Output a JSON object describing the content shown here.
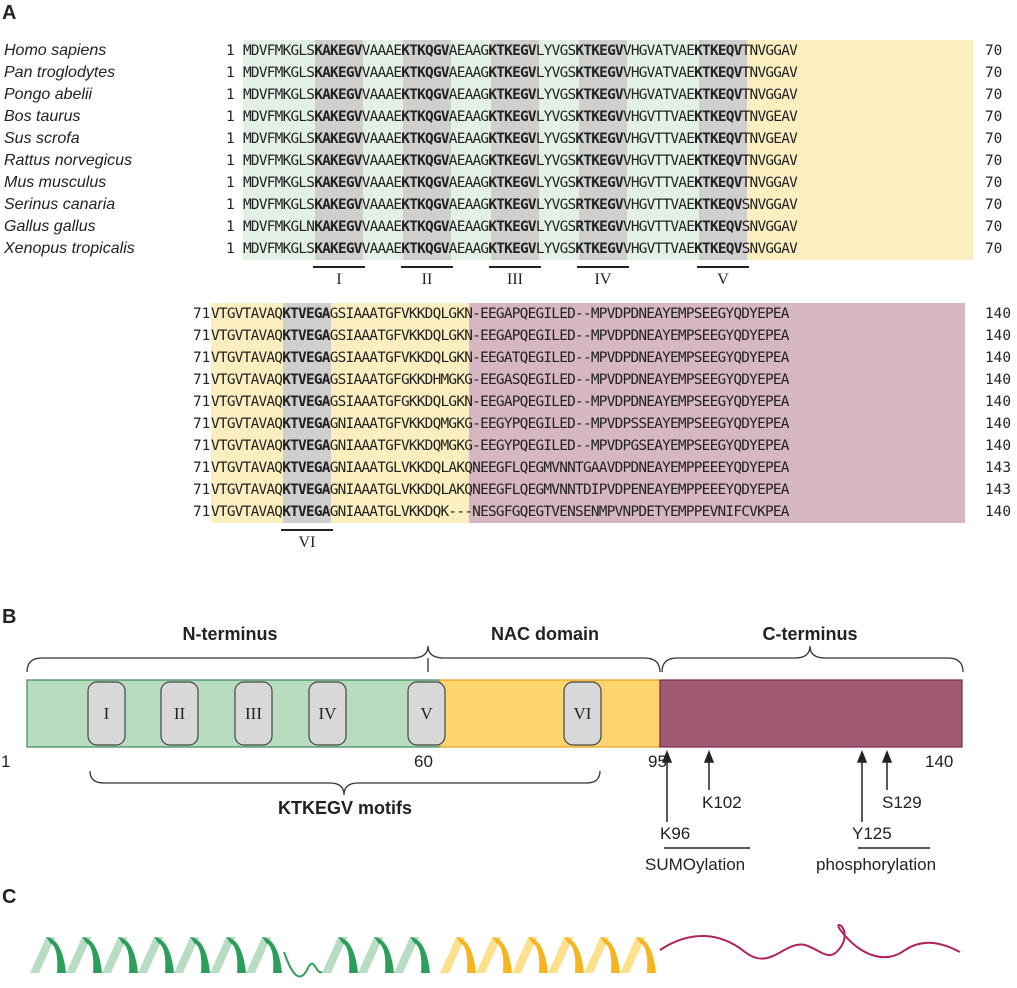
{
  "panel_a": {
    "label": "A",
    "species": [
      "Homo sapiens",
      "Pan troglodytes",
      "Pongo abelii",
      "Bos taurus",
      "Sus scrofa",
      "Rattus norvegicus",
      "Mus musculus",
      "Serinus canaria",
      "Gallus gallus",
      "Xenopus tropicalis"
    ],
    "block1": {
      "start": [
        "1",
        "1",
        "1",
        "1",
        "1",
        "1",
        "1",
        "1",
        "1",
        "1"
      ],
      "end": [
        "70",
        "70",
        "70",
        "70",
        "70",
        "70",
        "70",
        "70",
        "70",
        "70"
      ],
      "seqs": [
        "MDVFMKGLSKAKEGVVAAAEKTKQGVAEAAGKTKEGVLYVGSKTKEGVVHGVATVAEKTKEQVTNVGGAV",
        "MDVFMKGLSKAKEGVVAAAEKTKQGVAEAAGKTKEGVLYVGSKTKEGVVHGVATVAEKTKEQVTNVGGAV",
        "MDVFMKGLSKAKEGVVAAAEKTKQGVAEAAGKTKEGVLYVGSKTKEGVVHGVATVAEKTKEQVTNVGGAV",
        "MDVFMKGLSKAKEGVVAAAEKTKQGVAEAAGKTKEGVLYVGSKTKEGVVHGVTTVAEKTKEQVTNVGEAV",
        "MDVFMKGLSKAKEGVVAAAEKTKQGVAEAAGKTKEGVLYVGSKTKEGVVHGVTTVAEKTKEQVTNVGEAV",
        "MDVFMKGLSKAKEGVVAAAEKTKQGVAEAAGKTKEGVLYVGSKTKEGVVHGVTTVAEKTKEQVTNVGGAV",
        "MDVFMKGLSKAKEGVVAAAEKTKQGVAEAAGKTKEGVLYVGSKTKEGVVHGVTTVAEKTKEQVTNVGGAV",
        "MDVFMKGLSKAKEGVVAAAEKTKQGVAEAAGKTKEGVLYVGSRTKEGVVHGVTTVAEKTKEQVSNVGGAV",
        "MDVFMKGLNKAKEGVVAAAEKTKQGVAEAAGKTKEGVLYVGSRTKEGVVHGVTTVAEKTKEQVSNVGGAV",
        "MDVFMKGLSKAKEGVVAAAEKTKQGVAEAAGKTKEGVLYVGSKTKEGVVHGVTTVAEKTKEQVSNVGGAV"
      ],
      "motifs": [
        "I",
        "II",
        "III",
        "IV",
        "V"
      ]
    },
    "block2": {
      "start": [
        "71",
        "71",
        "71",
        "71",
        "71",
        "71",
        "71",
        "71",
        "71",
        "71"
      ],
      "end": [
        "140",
        "140",
        "140",
        "140",
        "140",
        "140",
        "140",
        "143",
        "143",
        "140"
      ],
      "seqs": [
        "VTGVTAVAQKTVEGAGSIAAATGFVKKDQLGKN-EEGAPQEGILED--MPVDPDNEAYEMPSEEGYQDYEPEA",
        "VTGVTAVAQKTVEGAGSIAAATGFVKKDQLGKN-EEGAPQEGILED--MPVDPDNEAYEMPSEEGYQDYEPEA",
        "VTGVTAVAQKTVEGAGSIAAATGFVKKDQLGKN-EEGATQEGILED--MPVDPDNEAYEMPSEEGYQDYEPEA",
        "VTGVTAVAQKTVEGAGSIAAATGFGKKDHMGKG-EEGASQEGILED--MPVDPDNEAYEMPSEEGYQDYEPEA",
        "VTGVTAVAQKTVEGAGSIAAATGFGKKDQLGKN-EEGAPQEGILED--MPVDPDNEAYEMPSEEGYQDYEPEA",
        "VTGVTAVAQKTVEGAGNIAAATGFVKKDQMGKG-EEGYPQEGILED--MPVDPSSEAYEMPSEEGYQDYEPEA",
        "VTGVTAVAQKTVEGAGNIAAATGFVKKDQMGKG-EEGYPQEGILED--MPVDPGSEAYEMPSEEGYQDYEPEA",
        "VTGVTAVAQKTVEGAGNIAAATGLVKKDQLAKQNEEGFLQEGMVNNTGAAVDPDNEAYEMPPEEEYQDYEPEA",
        "VTGVTAVAQKTVEGAGNIAAATGLVKKDQLAKQNEEGFLQEGMVNNTDIPVDPENEAYEMPPEEEYQDYEPEA",
        "VTGVTAVAQKTVEGAGNIAAATGLVKKDQK---NESGFGQEGTVENSENMPVNPDETYEMPPEVNIFCVKPEA"
      ],
      "motifs": [
        "VI"
      ]
    },
    "colors": {
      "n_term": "#e3f0e6",
      "motif": "#cfcfcf",
      "nac": "#fcefbf",
      "c_term": "#d6b6c0"
    }
  },
  "panel_b": {
    "label": "B",
    "regions": [
      "N-terminus",
      "NAC domain",
      "C-terminus"
    ],
    "motif_boxes": [
      "I",
      "II",
      "III",
      "IV",
      "V",
      "VI"
    ],
    "positions": [
      "1",
      "60",
      "95",
      "140"
    ],
    "motifs_label": "KTKEGV motifs",
    "sites": [
      "K96",
      "K102",
      "Y125",
      "S129"
    ],
    "modifications": [
      "SUMOylation",
      "phosphorylation"
    ],
    "colors": {
      "n_term": "#b7dcc0",
      "nac": "#fdd56e",
      "c_term": "#a05a74",
      "motif_box": "#d8d8d8"
    }
  },
  "panel_c": {
    "label": "C",
    "colors": {
      "helix_green": "#2e9e5b",
      "helix_green_light": "#b9dcc4",
      "helix_yellow": "#f6b51f",
      "helix_yellow_light": "#fde08c",
      "coil": "#b0245e"
    }
  }
}
